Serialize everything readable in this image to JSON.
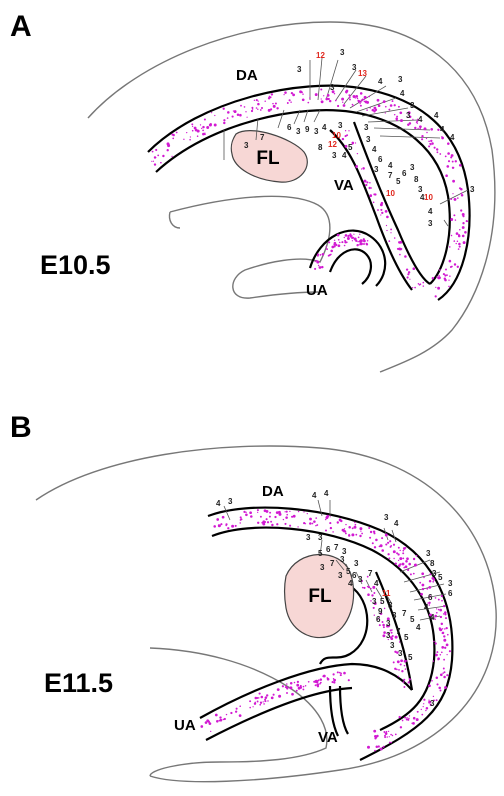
{
  "colors": {
    "dots": "#d21ad2",
    "forelimb_fill": "#f7d7d5",
    "red_count": "#e0261d",
    "outline": "#777777"
  },
  "panel_a": {
    "letter": "A",
    "stage": "E10.5",
    "labels": {
      "dorsal": "DA",
      "ventral": "VA",
      "umbilical": "UA",
      "forelimb": "FL"
    },
    "counts": [
      {
        "t": "3",
        "red": false
      },
      {
        "t": "12",
        "red": true
      },
      {
        "t": "3",
        "red": false
      },
      {
        "t": "3",
        "red": false
      },
      {
        "t": "3",
        "red": false
      },
      {
        "t": "13",
        "red": true
      },
      {
        "t": "4",
        "red": false
      },
      {
        "t": "3",
        "red": false
      },
      {
        "t": "4",
        "red": false
      },
      {
        "t": "3",
        "red": false
      },
      {
        "t": "3",
        "red": false
      },
      {
        "t": "4",
        "red": false
      },
      {
        "t": "4",
        "red": false
      },
      {
        "t": "4",
        "red": false
      },
      {
        "t": "4",
        "red": false
      },
      {
        "t": "3",
        "red": false
      },
      {
        "t": "7",
        "red": false
      },
      {
        "t": "6",
        "red": false
      },
      {
        "t": "3",
        "red": false
      },
      {
        "t": "9",
        "red": false
      },
      {
        "t": "3",
        "red": false
      },
      {
        "t": "4",
        "red": false
      },
      {
        "t": "3",
        "red": false
      },
      {
        "t": "10",
        "red": true
      },
      {
        "t": "12",
        "red": true
      },
      {
        "t": "8",
        "red": false
      },
      {
        "t": "4",
        "red": false
      },
      {
        "t": "3",
        "red": false
      },
      {
        "t": "5",
        "red": false
      },
      {
        "t": "3",
        "red": false
      },
      {
        "t": "3",
        "red": false
      },
      {
        "t": "4",
        "red": false
      },
      {
        "t": "6",
        "red": false
      },
      {
        "t": "4",
        "red": false
      },
      {
        "t": "3",
        "red": false
      },
      {
        "t": "7",
        "red": false
      },
      {
        "t": "5",
        "red": false
      },
      {
        "t": "6",
        "red": false
      },
      {
        "t": "3",
        "red": false
      },
      {
        "t": "8",
        "red": false
      },
      {
        "t": "3",
        "red": false
      },
      {
        "t": "10",
        "red": true
      },
      {
        "t": "4",
        "red": false
      },
      {
        "t": "10",
        "red": true
      },
      {
        "t": "4",
        "red": false
      },
      {
        "t": "3",
        "red": false
      },
      {
        "t": "3",
        "red": false
      }
    ]
  },
  "panel_b": {
    "letter": "B",
    "stage": "E11.5",
    "labels": {
      "dorsal": "DA",
      "ventral": "VA",
      "umbilical": "UA",
      "forelimb": "FL"
    },
    "counts": [
      {
        "t": "4",
        "red": false
      },
      {
        "t": "3",
        "red": false
      },
      {
        "t": "4",
        "red": false
      },
      {
        "t": "4",
        "red": false
      },
      {
        "t": "3",
        "red": false
      },
      {
        "t": "4",
        "red": false
      },
      {
        "t": "3",
        "red": false
      },
      {
        "t": "3",
        "red": false
      },
      {
        "t": "5",
        "red": false
      },
      {
        "t": "6",
        "red": false
      },
      {
        "t": "7",
        "red": false
      },
      {
        "t": "3",
        "red": false
      },
      {
        "t": "3",
        "red": false
      },
      {
        "t": "7",
        "red": false
      },
      {
        "t": "3",
        "red": false
      },
      {
        "t": "5",
        "red": false
      },
      {
        "t": "3",
        "red": false
      },
      {
        "t": "6",
        "red": false
      },
      {
        "t": "3",
        "red": false
      },
      {
        "t": "4",
        "red": false
      },
      {
        "t": "3",
        "red": false
      },
      {
        "t": "3",
        "red": false
      },
      {
        "t": "8",
        "red": false
      },
      {
        "t": "3",
        "red": false
      },
      {
        "t": "5",
        "red": false
      },
      {
        "t": "3",
        "red": false
      },
      {
        "t": "6",
        "red": false
      },
      {
        "t": "7",
        "red": false
      },
      {
        "t": "4",
        "red": false
      },
      {
        "t": "11",
        "red": true
      },
      {
        "t": "3",
        "red": false
      },
      {
        "t": "5",
        "red": false
      },
      {
        "t": "3",
        "red": false
      },
      {
        "t": "3",
        "red": false
      },
      {
        "t": "7",
        "red": false
      },
      {
        "t": "5",
        "red": false
      },
      {
        "t": "4",
        "red": false
      },
      {
        "t": "9",
        "red": false
      },
      {
        "t": "6",
        "red": false
      },
      {
        "t": "3",
        "red": false
      },
      {
        "t": "3",
        "red": false
      },
      {
        "t": "7",
        "red": false
      },
      {
        "t": "5",
        "red": false
      },
      {
        "t": "3",
        "red": false
      },
      {
        "t": "3",
        "red": false
      },
      {
        "t": "5",
        "red": false
      },
      {
        "t": "4",
        "red": false
      },
      {
        "t": "6",
        "red": false
      },
      {
        "t": "4",
        "red": false
      },
      {
        "t": "3",
        "red": false
      }
    ]
  }
}
